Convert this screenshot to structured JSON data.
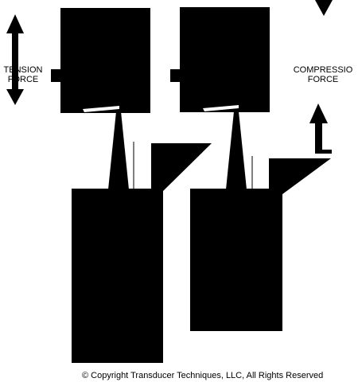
{
  "labels": {
    "tension_line1": "TENSION",
    "tension_line2": "FORCE",
    "compression_line1": "COMPRESSIO",
    "compression_line2": "FORCE"
  },
  "copyright": "© Copyright Transducer Techniques, LLC, All Rights Reserved",
  "colors": {
    "fill": "#000000",
    "background": "#ffffff"
  }
}
